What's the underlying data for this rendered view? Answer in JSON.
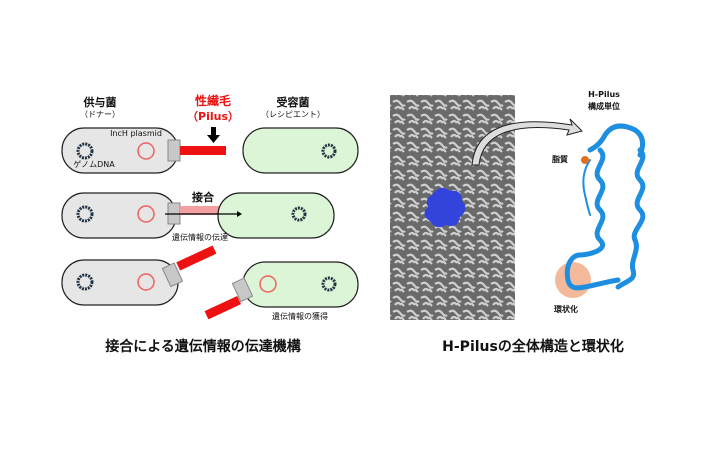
{
  "left": {
    "donor_label": "供与菌",
    "donor_sub": "（ドナー）",
    "pilus_label": "性繊毛",
    "pilus_sub": "（Pilus）",
    "recipient_label": "受容菌",
    "recipient_sub": "（レシピエント）",
    "plasmid_label": "IncH plasmid",
    "genome_label": "ゲノムDNA",
    "conjugation_label": "接合",
    "transfer_label": "遺伝情報の伝達",
    "acquire_label": "遺伝情報の獲得",
    "caption": "接合による遺伝情報の伝達機構"
  },
  "right": {
    "unit_label_1": "H-Pilus",
    "unit_label_2": "構成単位",
    "lipid_label": "脂質",
    "cyclization_label": "環状化",
    "caption": "H-Pilusの全体構造と環状化"
  },
  "colors": {
    "pilus": "#ee1111",
    "donor": "#e6e6e6",
    "recipient": "#dcf5d6",
    "protein": "#1e8fe0",
    "map_blue": "#3344dd",
    "peach": "#f4b89a"
  }
}
